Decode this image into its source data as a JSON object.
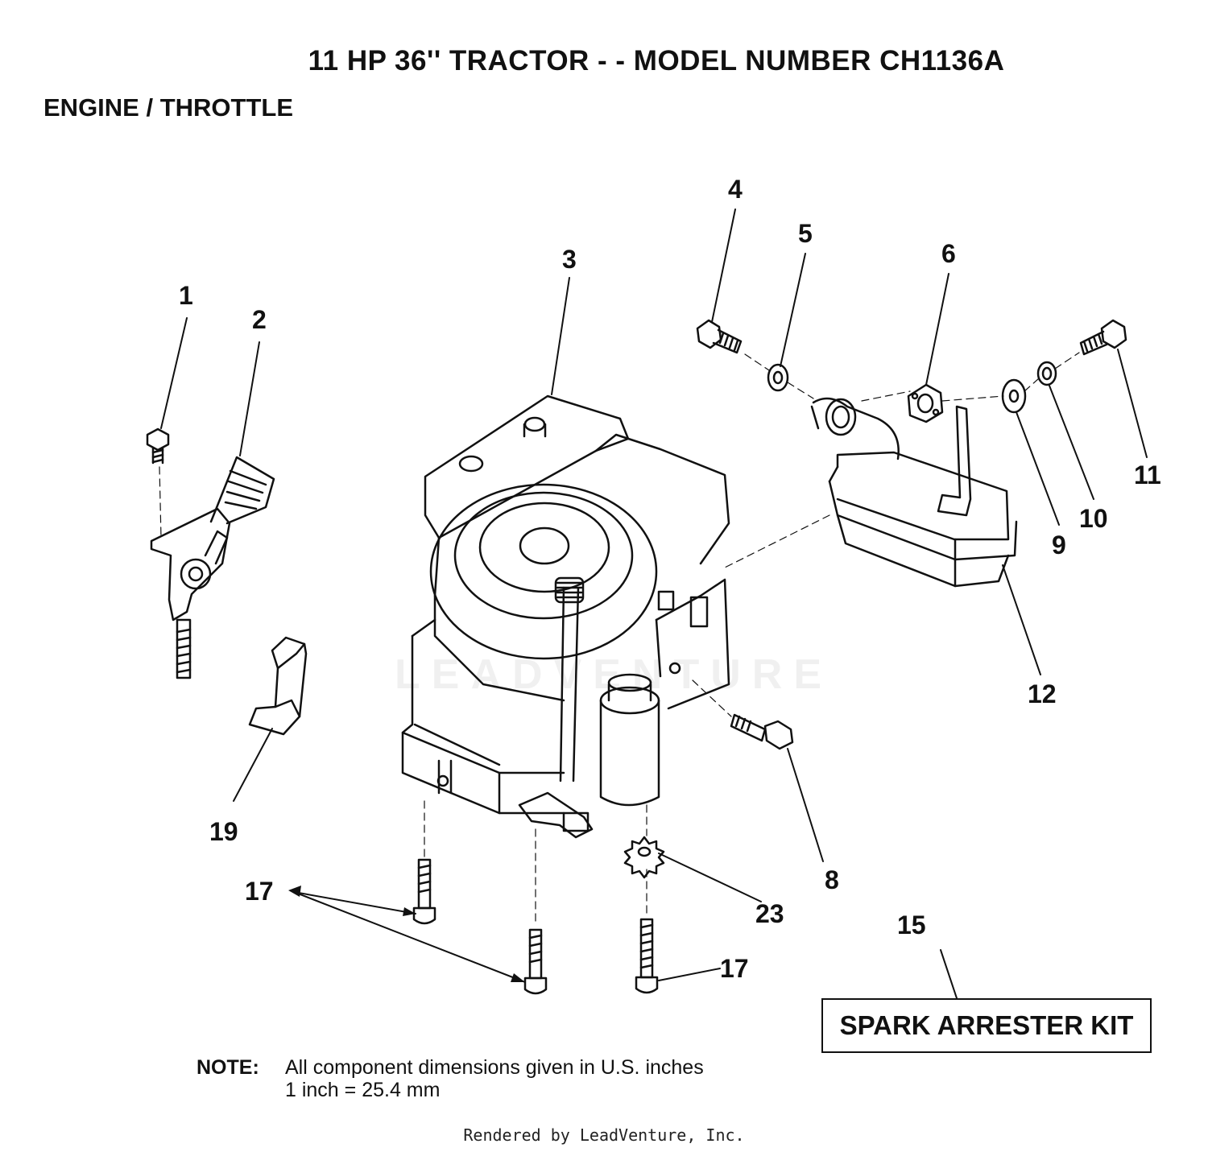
{
  "header": {
    "title": "11 HP 36'' TRACTOR  - - MODEL NUMBER CH1136A",
    "section": "ENGINE / THROTTLE"
  },
  "callouts": [
    "1",
    "2",
    "3",
    "4",
    "5",
    "6",
    "8",
    "9",
    "10",
    "11",
    "12",
    "15",
    "17",
    "17",
    "19",
    "23"
  ],
  "kit_label": "SPARK ARRESTER KIT",
  "note": {
    "label": "NOTE:",
    "line1": "All component dimensions given in U.S. inches",
    "line2": "1 inch = 25.4 mm"
  },
  "watermark": "LEADVENTURE",
  "footer": "Rendered by LeadVenture, Inc."
}
